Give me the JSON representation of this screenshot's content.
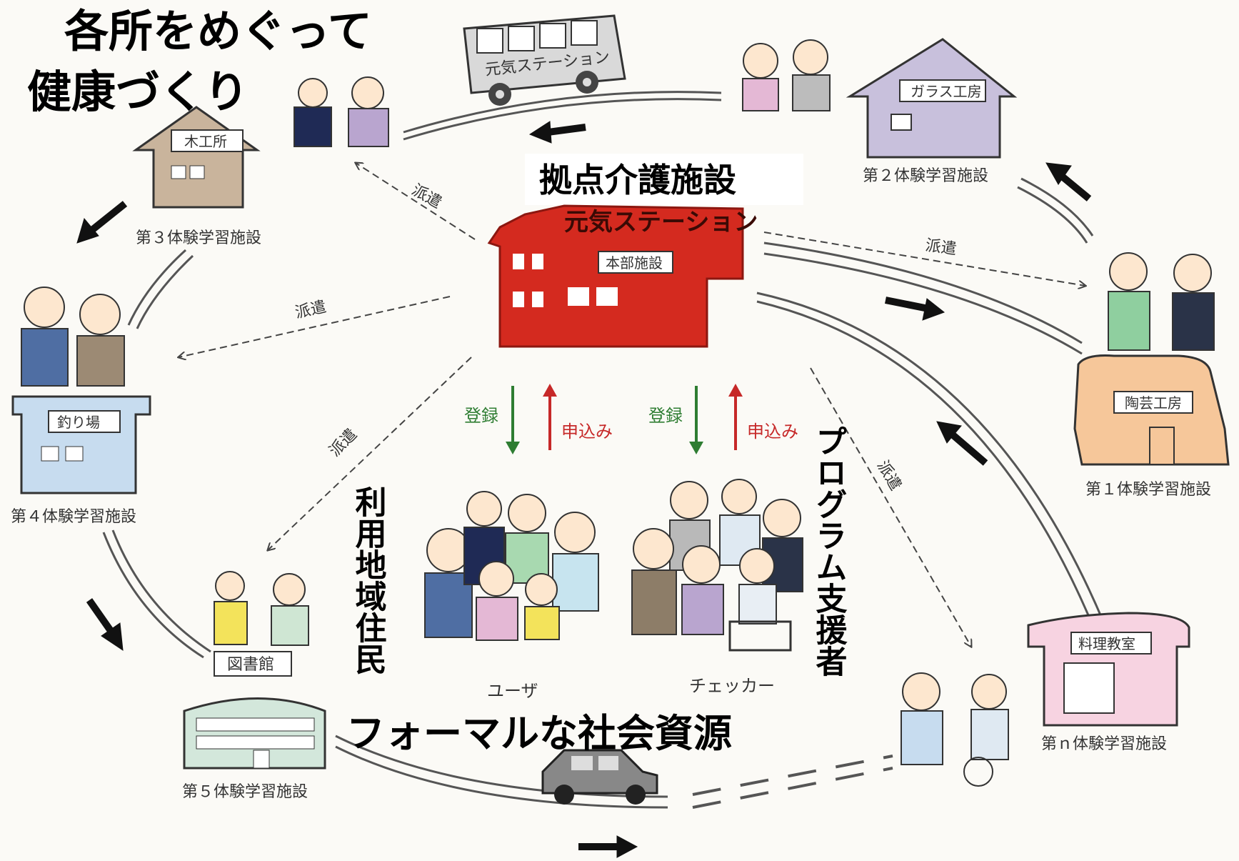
{
  "headline": {
    "line1": "各所をめぐって",
    "line2": "健康づくり"
  },
  "hq": {
    "title": "拠点介護施設",
    "sign": "元気ステーション",
    "label": "本部施設"
  },
  "bus": {
    "label": "元気ステーション"
  },
  "facilities": {
    "f1": {
      "sign": "陶芸工房",
      "caption": "第１体験学習施設"
    },
    "f2": {
      "sign": "ガラス工房",
      "caption": "第２体験学習施設"
    },
    "f3": {
      "sign": "木工所",
      "caption": "第３体験学習施設"
    },
    "f4": {
      "sign": "釣り場",
      "caption": "第４体験学習施設"
    },
    "f5": {
      "sign": "図書館",
      "caption": "第５体験学習施設"
    },
    "fn": {
      "sign": "料理教室",
      "caption": "第ｎ体験学習施設"
    }
  },
  "dispatch": {
    "label": "派遣"
  },
  "flow": {
    "register": "登録",
    "apply": "申込み"
  },
  "groups": {
    "residents": {
      "vertical": "利用地域住民",
      "role": "ユーザ"
    },
    "supporters": {
      "vertical": "プログラム支援者",
      "role": "チェッカー"
    }
  },
  "bottom": {
    "title": "フォーマルな社会資源"
  },
  "colors": {
    "hq": "#d42a1f",
    "f1": "#f6c79a",
    "f2": "#c8c0dc",
    "f3": "#c9b49c",
    "f4": "#c7dcef",
    "f5": "#d3e7db",
    "fn": "#f7d3e1",
    "register": "#2e7d32",
    "apply": "#c62828"
  }
}
